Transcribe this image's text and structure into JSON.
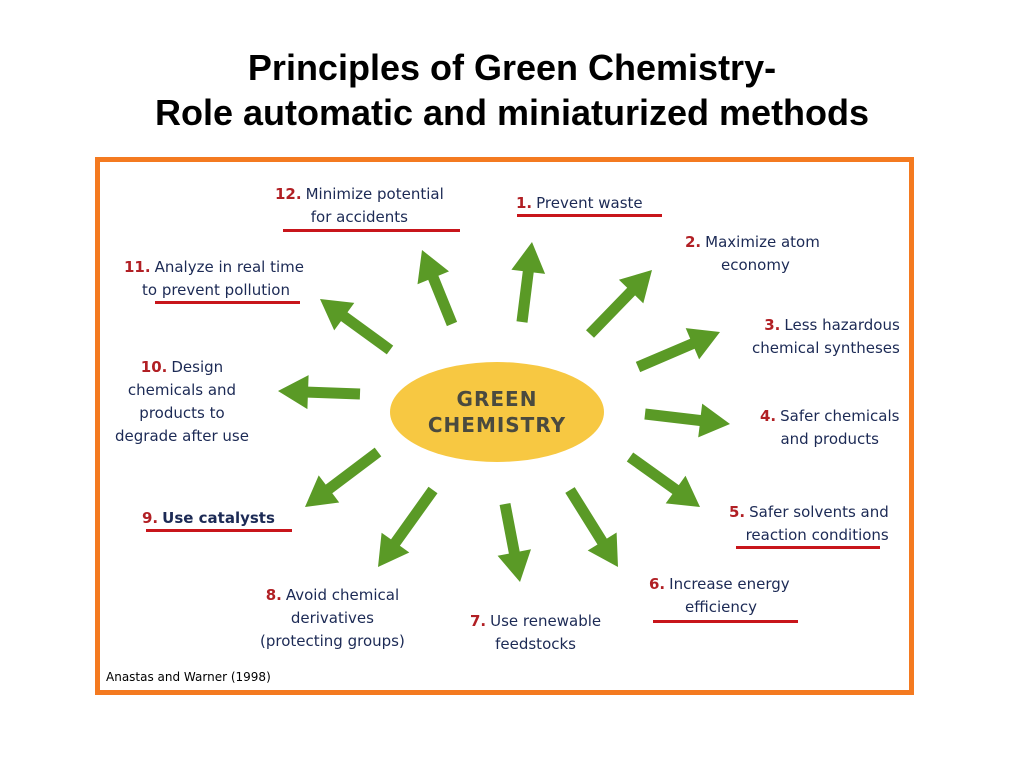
{
  "title": {
    "line1": "Principles of Green Chemistry-",
    "line2": "Role automatic and miniaturized methods"
  },
  "center": {
    "line1": "GREEN",
    "line2": "CHEMISTRY"
  },
  "principles": [
    {
      "num": "1.",
      "text": [
        "Prevent waste"
      ]
    },
    {
      "num": "2.",
      "text": [
        "Maximize atom",
        "economy"
      ]
    },
    {
      "num": "3.",
      "text": [
        "Less hazardous",
        "chemical syntheses"
      ]
    },
    {
      "num": "4.",
      "text": [
        "Safer chemicals",
        "and products"
      ]
    },
    {
      "num": "5.",
      "text": [
        "Safer solvents and",
        "reaction conditions"
      ]
    },
    {
      "num": "6.",
      "text": [
        "Increase energy",
        "efficiency"
      ]
    },
    {
      "num": "7.",
      "text": [
        "Use renewable",
        "feedstocks"
      ]
    },
    {
      "num": "8.",
      "text": [
        "Avoid chemical",
        "derivatives",
        "(protecting groups)"
      ]
    },
    {
      "num": "9.",
      "text": [
        "Use catalysts"
      ]
    },
    {
      "num": "10.",
      "text": [
        "Design",
        "chemicals and",
        "products to",
        "degrade after use"
      ]
    },
    {
      "num": "11.",
      "text": [
        "Analyze in real time",
        "to prevent pollution"
      ]
    },
    {
      "num": "12.",
      "text": [
        "Minimize potential",
        "for accidents"
      ]
    }
  ],
  "credit": "Anastas and Warner (1998)",
  "colors": {
    "frame": "#f47a20",
    "arrow": "#5a9a26",
    "center": "#f7c842",
    "number": "#b11f24",
    "text": "#1c2a55",
    "underline": "#c8151b"
  }
}
